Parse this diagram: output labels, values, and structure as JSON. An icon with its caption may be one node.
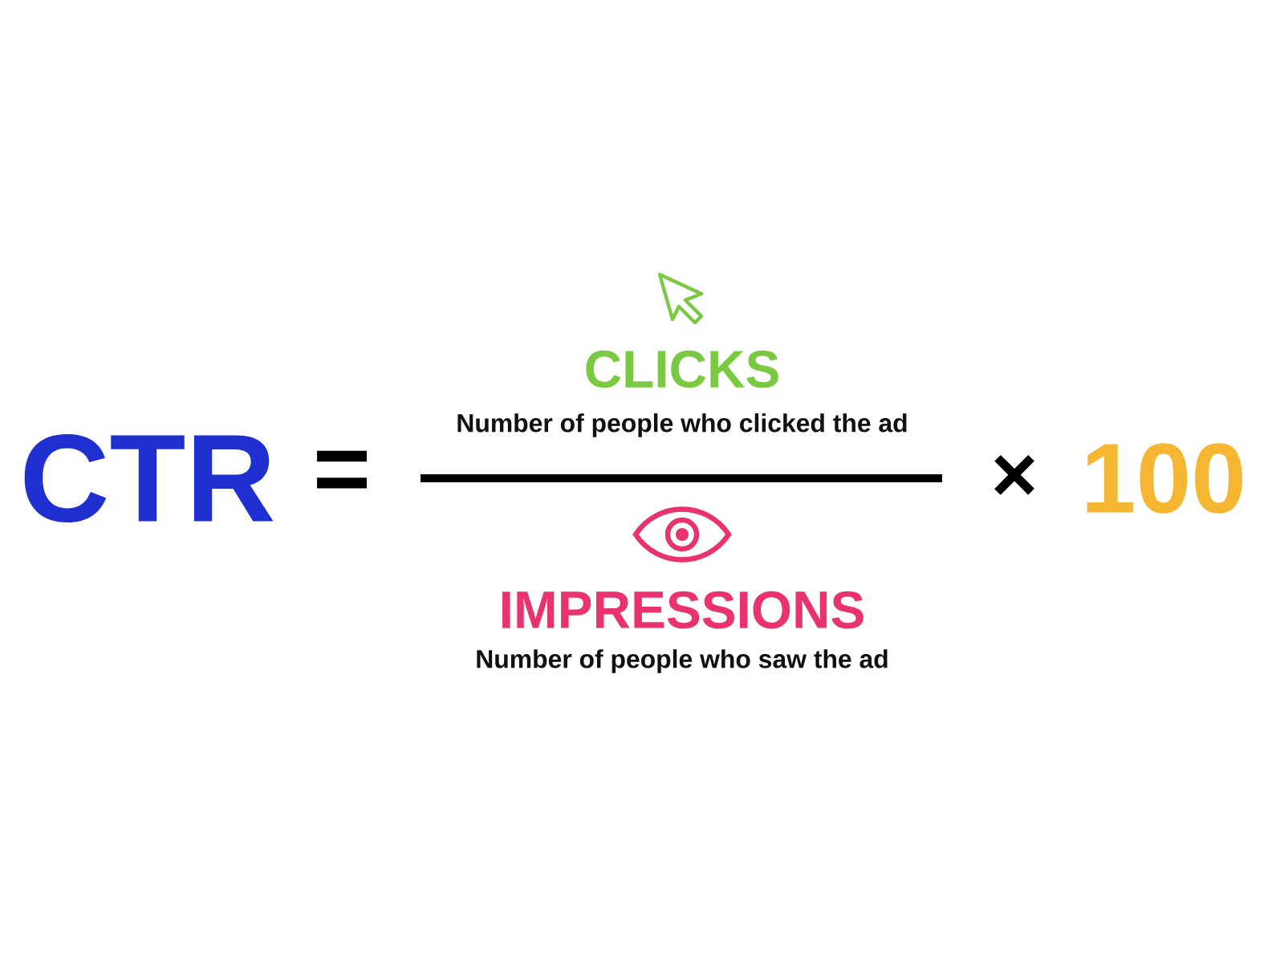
{
  "diagram": {
    "labels": [
      "CTR",
      "=",
      "CLICKS",
      "Number of people who clicked the ad",
      "×",
      "100",
      "IMPRESSIONS",
      "Number of people who saw the ad"
    ]
  }
}
